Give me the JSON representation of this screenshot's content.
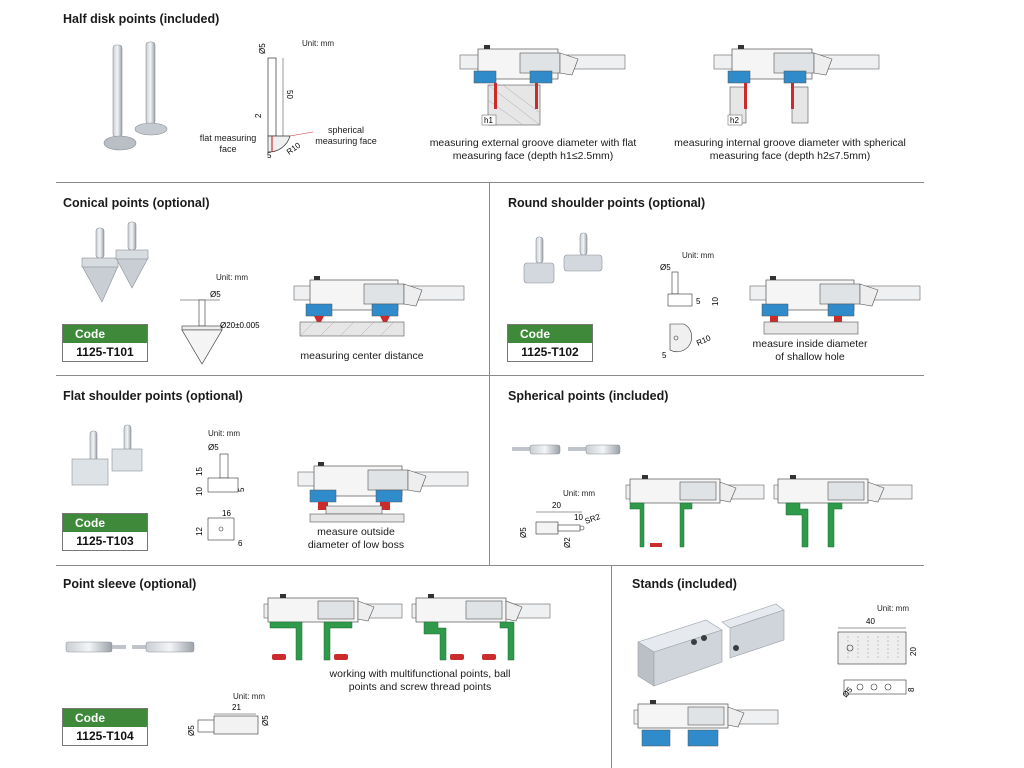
{
  "sections": {
    "half_disk": {
      "title": "Half disk points (included)",
      "unit": "Unit: mm",
      "dims": {
        "d5": "Ø5",
        "len50": "50",
        "h2": "2",
        "r10": "R10",
        "w5": "5"
      },
      "labels": {
        "flat": "flat measuring face",
        "spherical": "spherical measuring face"
      },
      "caption_ext": "measuring external groove diameter with flat measuring face (depth h1≤2.5mm)",
      "caption_int": "measuring internal groove diameter with spherical measuring face (depth h2≤7.5mm)",
      "h1": "h1",
      "h2": "h2"
    },
    "conical": {
      "title": "Conical points (optional)",
      "unit": "Unit: mm",
      "dims": {
        "d5": "Ø5",
        "d20": "Ø20±0.005"
      },
      "code_label": "Code",
      "code": "1125-T101",
      "caption": "measuring center distance"
    },
    "round_shoulder": {
      "title": "Round shoulder points (optional)",
      "unit": "Unit: mm",
      "dims": {
        "d5": "Ø5",
        "five": "5",
        "ten": "10",
        "r10": "R10",
        "w5": "5"
      },
      "code_label": "Code",
      "code": "1125-T102",
      "caption": "measure inside diameter of shallow hole"
    },
    "flat_shoulder": {
      "title": "Flat shoulder points (optional)",
      "unit": "Unit: mm",
      "dims": {
        "d5": "Ø5",
        "h15": "15",
        "h10": "10",
        "five": "5",
        "w16": "16",
        "h12": "12",
        "six": "6"
      },
      "code_label": "Code",
      "code": "1125-T103",
      "caption": "measure outside diameter of low boss"
    },
    "spherical": {
      "title": "Spherical points (included)",
      "unit": "Unit: mm",
      "dims": {
        "twenty": "20",
        "ten": "10",
        "sr2": "SR2",
        "d5": "Ø5",
        "d2": "Ø2"
      }
    },
    "sleeve": {
      "title": "Point sleeve (optional)",
      "unit": "Unit: mm",
      "dims": {
        "l21": "21",
        "d5a": "Ø5",
        "d5b": "Ø5"
      },
      "caption": "working with multifunctional points, ball points and screw thread points",
      "code_label": "Code",
      "code": "1125-T104"
    },
    "stands": {
      "title": "Stands (included)",
      "unit": "Unit: mm",
      "dims": {
        "forty": "40",
        "twenty": "20",
        "d5": "Ø5",
        "eight": "8"
      }
    }
  }
}
